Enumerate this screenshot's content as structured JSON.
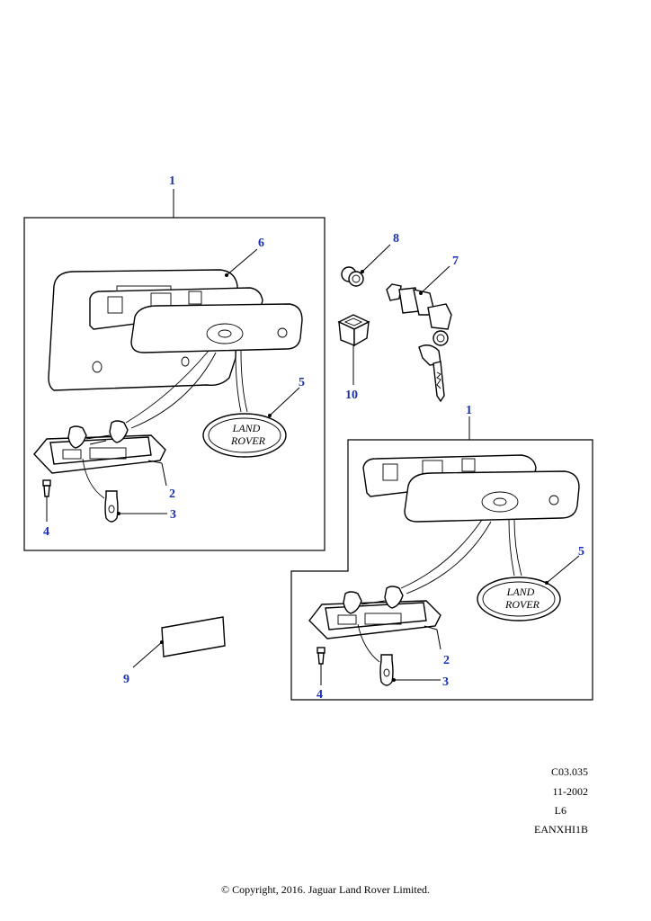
{
  "diagram": {
    "callouts": {
      "c1_top": "1",
      "c1_right": "1",
      "c2_left": "2",
      "c2_right": "2",
      "c3_left": "3",
      "c3_right": "3",
      "c4_left": "4",
      "c4_right": "4",
      "c5_left": "5",
      "c5_right": "5",
      "c6": "6",
      "c7": "7",
      "c8": "8",
      "c9": "9",
      "c10": "10"
    },
    "badge": {
      "line1": "LAND",
      "line2": "ROVER"
    }
  },
  "reference": {
    "code": "C03.035",
    "date": "11-2002",
    "level": "L6",
    "id": "EANXHI1B"
  },
  "footer": {
    "copyright": "© Copyright, 2016. Jaguar Land Rover Limited."
  }
}
